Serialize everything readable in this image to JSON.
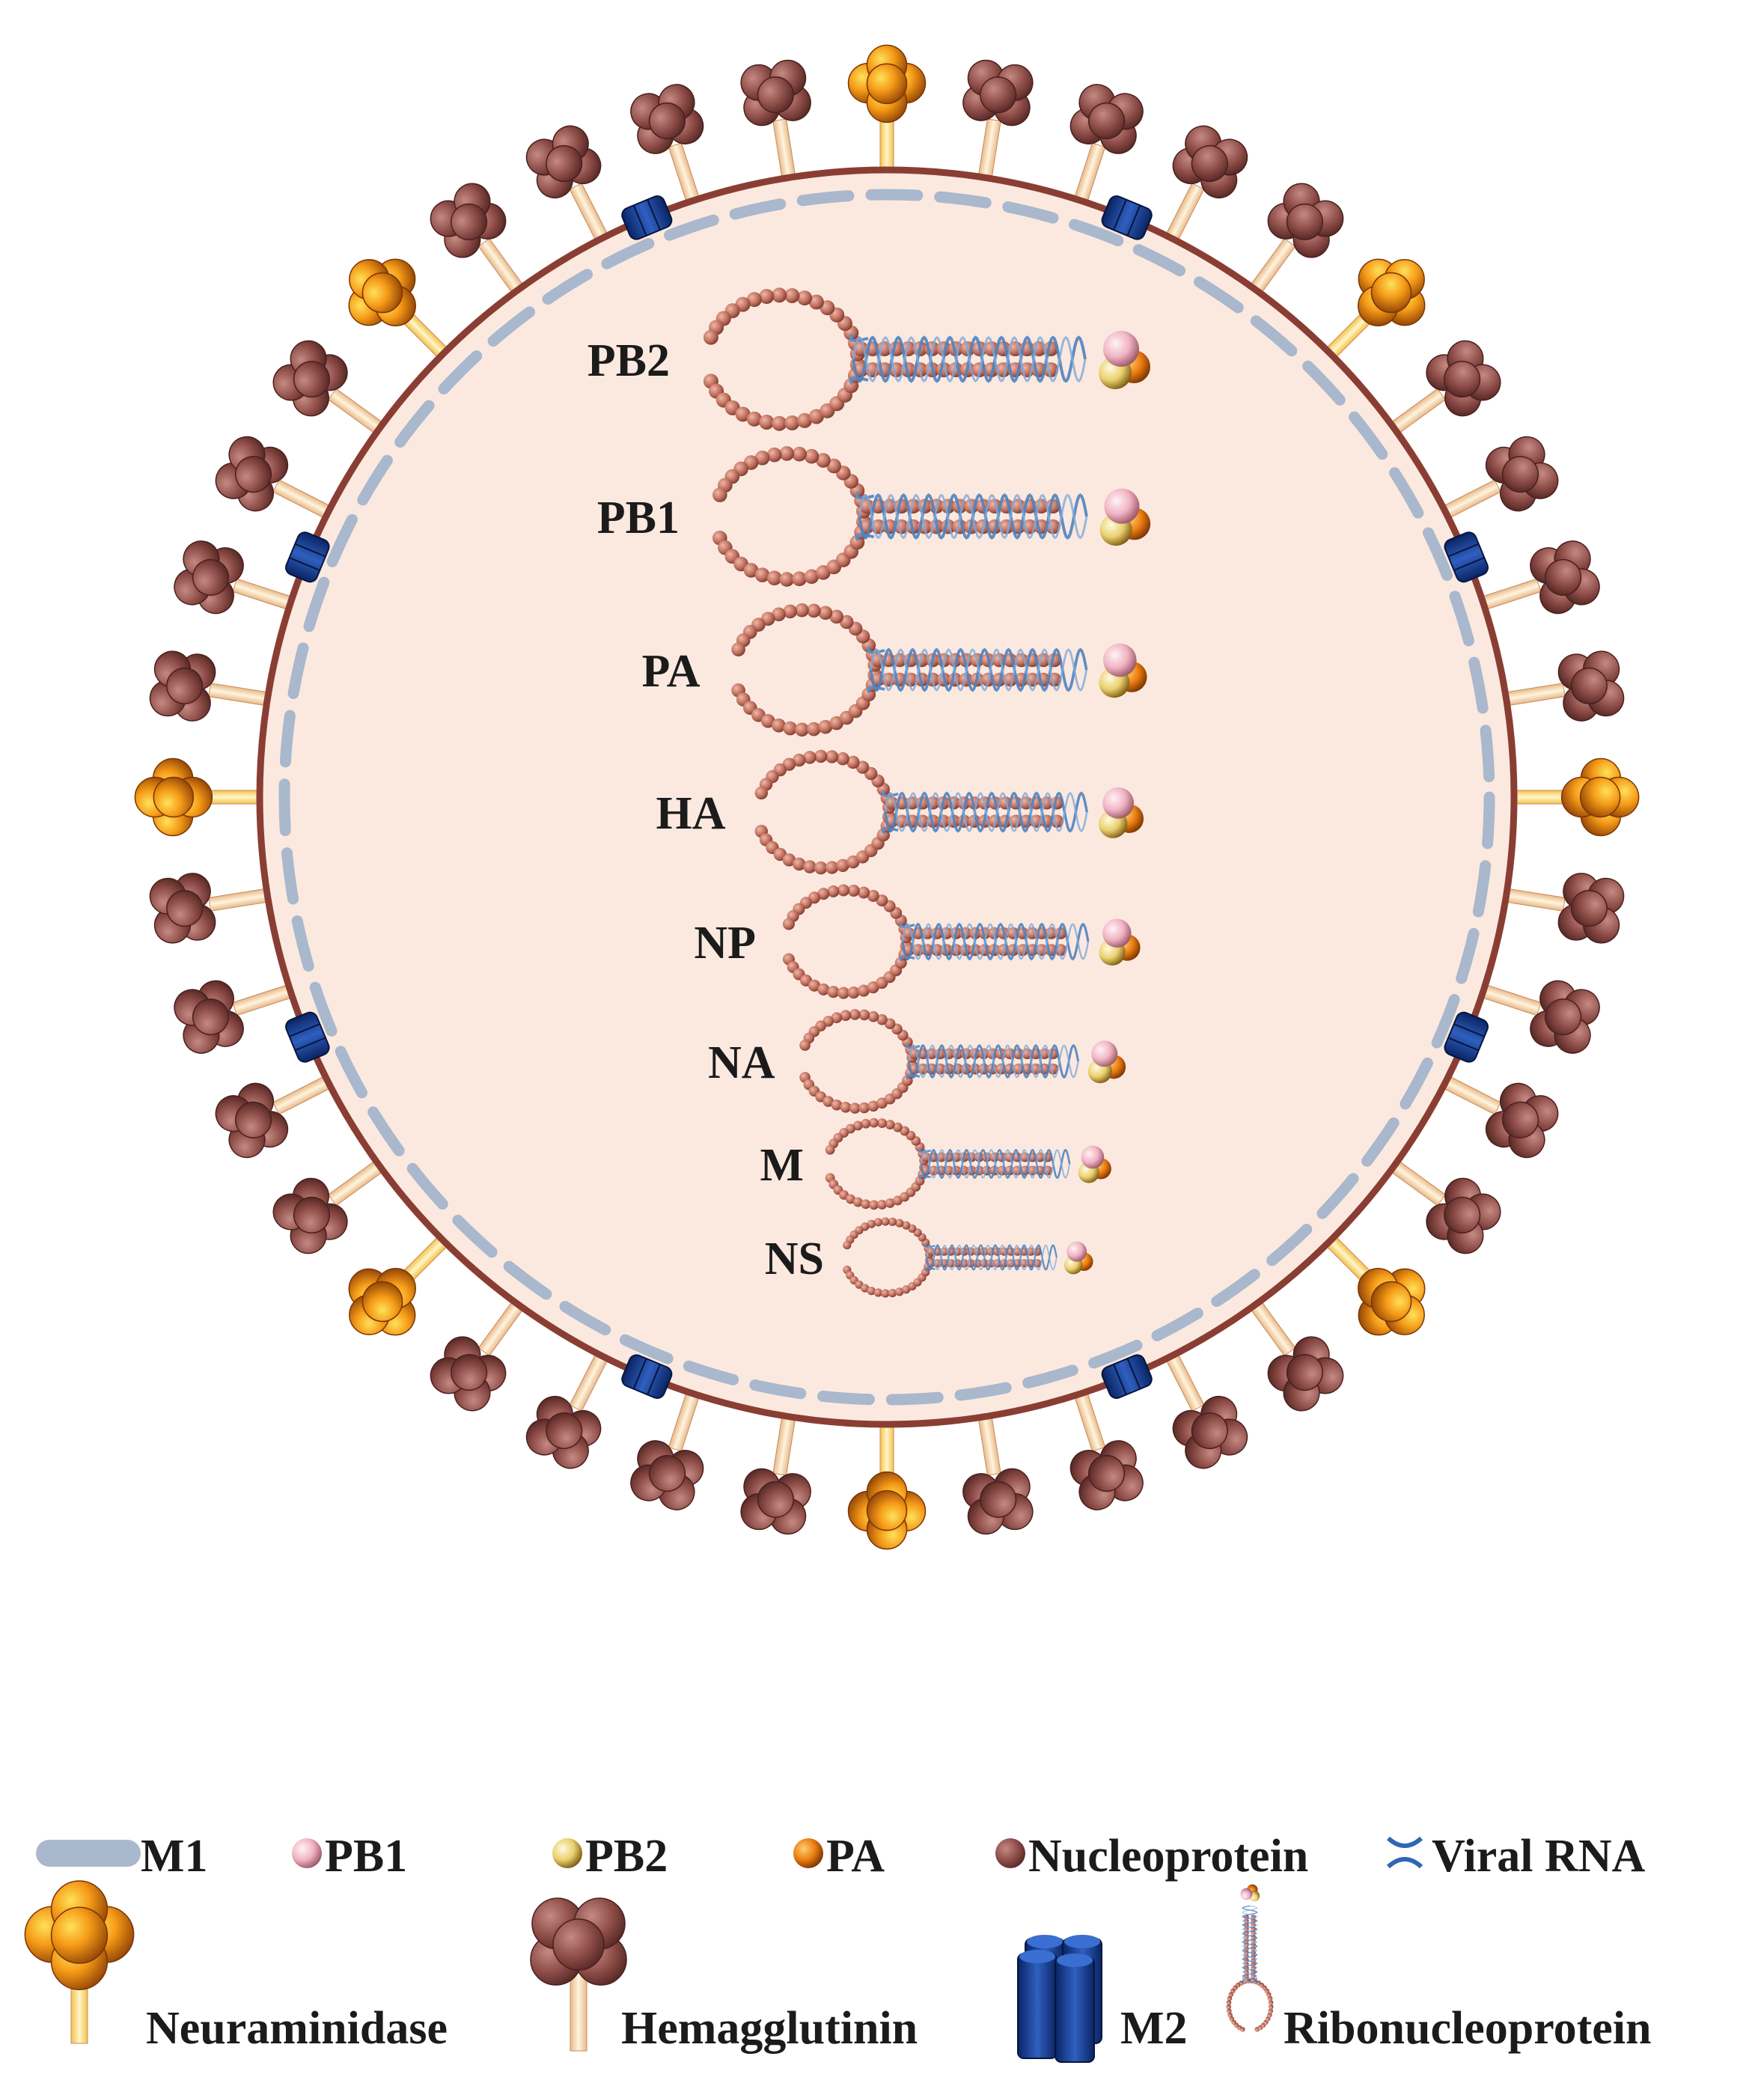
{
  "diagram": {
    "segments": [
      {
        "label": "PB2",
        "scale": 1.0
      },
      {
        "label": "PB1",
        "scale": 0.98
      },
      {
        "label": "PA",
        "scale": 0.93
      },
      {
        "label": "HA",
        "scale": 0.87
      },
      {
        "label": "NP",
        "scale": 0.8
      },
      {
        "label": "NA",
        "scale": 0.73
      },
      {
        "label": "M",
        "scale": 0.64
      },
      {
        "label": "NS",
        "scale": 0.56
      }
    ],
    "surface_proteins": {
      "count": 40,
      "neuraminidase_slots": [
        0,
        5,
        10,
        15,
        20,
        25,
        30,
        35
      ]
    },
    "m2_channels": 8
  },
  "legend": {
    "row1": [
      {
        "icon": "m1-icon",
        "label": "M1"
      },
      {
        "icon": "pb1-icon",
        "label": "PB1"
      },
      {
        "icon": "pb2-icon",
        "label": "PB2"
      },
      {
        "icon": "pa-icon",
        "label": "PA"
      },
      {
        "icon": "nucleoprotein-icon",
        "label": "Nucleoprotein"
      },
      {
        "icon": "viral-rna-icon",
        "label": "Viral RNA"
      }
    ],
    "row2": [
      {
        "icon": "neuraminidase-icon",
        "label": "Neuraminidase"
      },
      {
        "icon": "hemagglutinin-icon",
        "label": "Hemagglutinin"
      },
      {
        "icon": "m2-icon",
        "label": "M2"
      },
      {
        "icon": "ribonucleoprotein-icon",
        "label": "Ribonucleoprotein"
      }
    ]
  },
  "colors": {
    "interior": "#fbe9e0",
    "envelope": "#8a3e33",
    "m1": "#a9b8cc",
    "hemagglutinin": "#8a4a46",
    "neuraminidase": "#f39a1c",
    "stalk": "#f3d4a8",
    "m2": "#13398a",
    "nucleoprotein_bead": "#c06f5e",
    "rna": "#5b8fc7",
    "pb1": "#f1b9c6",
    "pb2": "#f2dc8c",
    "pa": "#e97d12"
  }
}
